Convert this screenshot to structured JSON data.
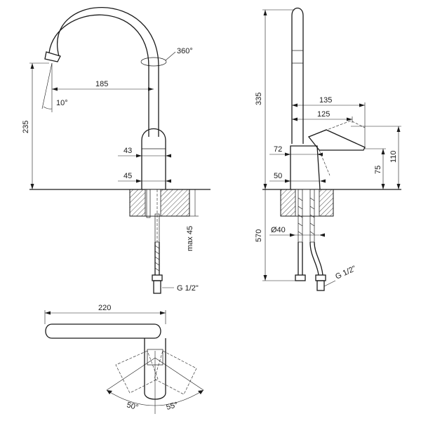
{
  "dimensions": {
    "spout_reach": "185",
    "spout_angle": "10°",
    "swivel": "360°",
    "total_height": "235",
    "body_dia_top": "43",
    "body_dia_bottom": "45",
    "max_thickness": "max 45",
    "thread_front": "G 1/2\"",
    "side_height": "335",
    "lever_135": "135",
    "lever_125": "125",
    "lever_72": "72",
    "lever_75": "75",
    "lever_110": "110",
    "base_50": "50",
    "hole_dia": "Ø40",
    "hose_570": "570",
    "thread_side": "G 1/2\"",
    "top_length": "220",
    "angle_left": "50°",
    "angle_right": "55°"
  }
}
